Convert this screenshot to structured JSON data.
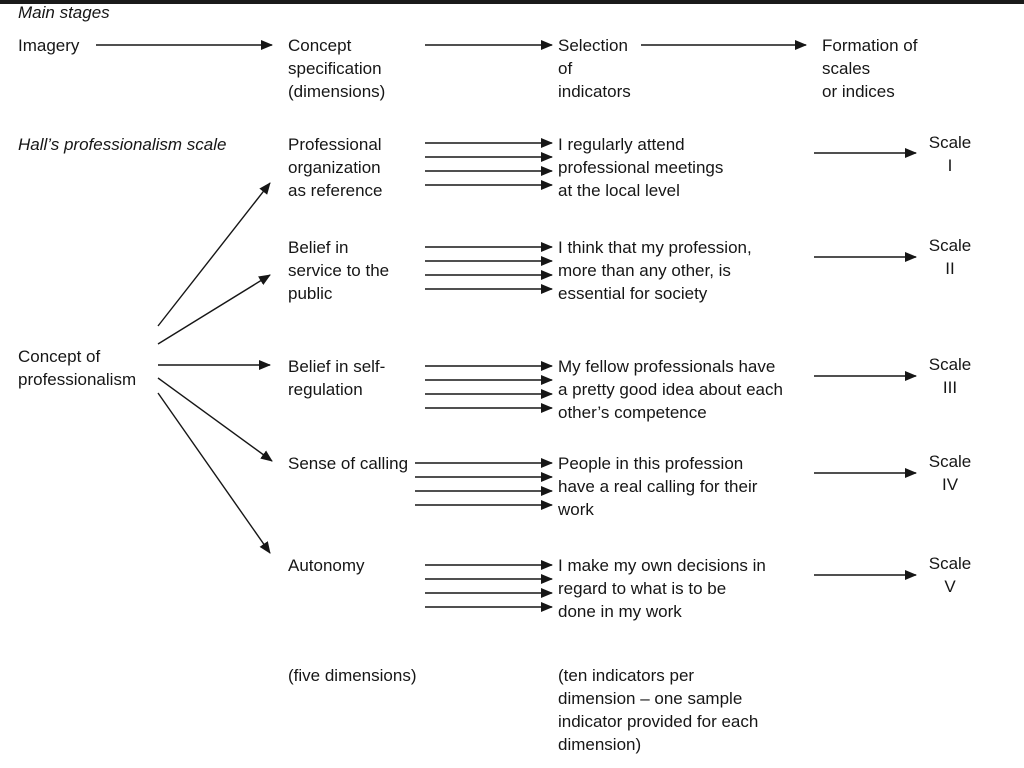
{
  "header": {
    "main_stages": "Main stages",
    "imagery": "Imagery",
    "concept_spec": "Concept\nspecification\n(dimensions)",
    "selection": "Selection\nof\nindicators",
    "formation": "Formation of\nscales\nor indices"
  },
  "side": {
    "hall": "Hall’s professionalism scale",
    "concept": "Concept of\nprofessionalism"
  },
  "rows": [
    {
      "dimension": "Professional\norganization\nas reference",
      "indicator": "I regularly attend\nprofessional meetings\nat the local level",
      "scale": "Scale\nI"
    },
    {
      "dimension": "Belief in\nservice to the\npublic",
      "indicator": "I think that my profession,\nmore than any other, is\nessential for society",
      "scale": "Scale\nII"
    },
    {
      "dimension": "Belief in self-\nregulation",
      "indicator": "My fellow professionals have\na pretty good idea about each\nother’s competence",
      "scale": "Scale\nIII"
    },
    {
      "dimension": "Sense of calling",
      "indicator": "People in this profession\nhave a real calling for their\nwork",
      "scale": "Scale\nIV"
    },
    {
      "dimension": "Autonomy",
      "indicator": "I make my own decisions in\nregard to what is to be\ndone in my work",
      "scale": "Scale\nV"
    }
  ],
  "footer": {
    "five": "(five dimensions)",
    "ten": "(ten indicators per\ndimension – one sample\nindicator provided for each\ndimension)"
  }
}
